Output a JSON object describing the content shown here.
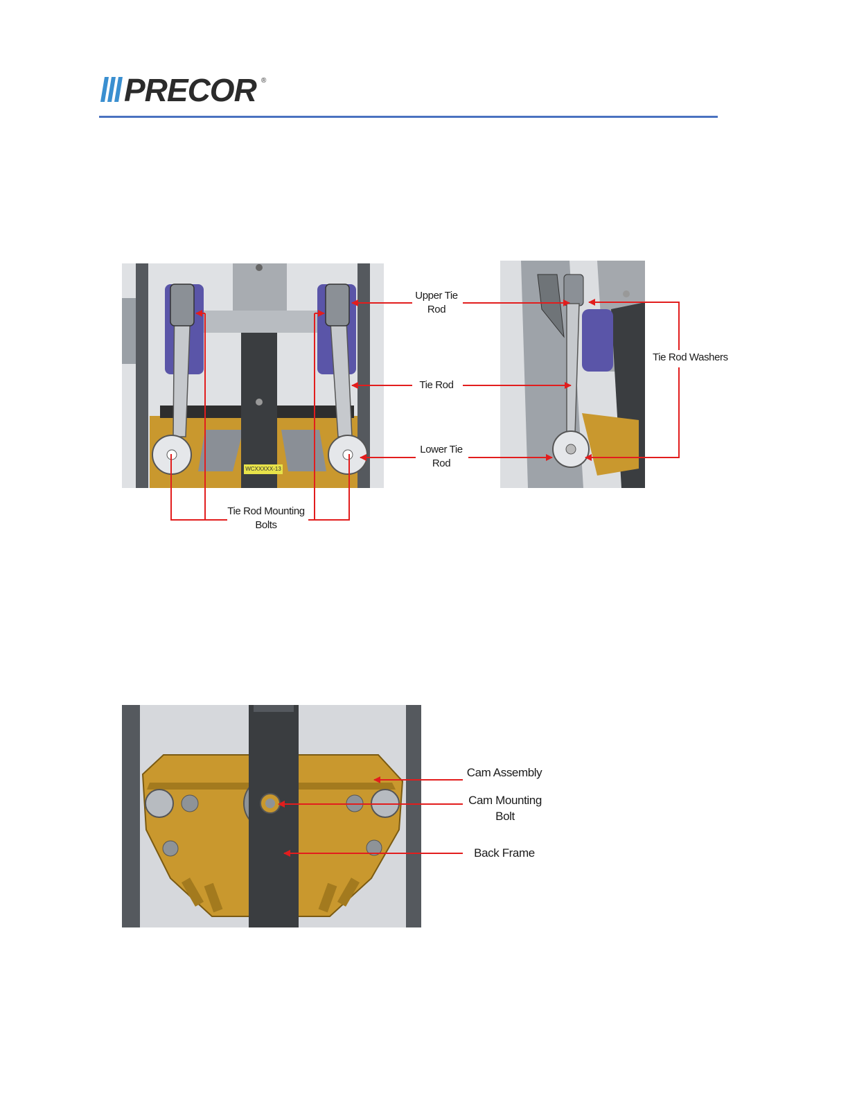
{
  "header": {
    "logo_text": "PRECOR",
    "logo_mark": "®",
    "rule_color": "#4a72c0"
  },
  "figure1": {
    "labels": {
      "upper_tie_rod": "Upper Tie\nRod",
      "tie_rod": "Tie Rod",
      "lower_tie_rod": "Lower Tie\nRod",
      "tie_rod_mounting_bolts": "Tie Rod Mounting\nBolts",
      "tie_rod_washers": "Tie Rod Washers"
    },
    "part_tag": "WCXXXXX-13"
  },
  "figure2": {
    "labels": {
      "cam_assembly": "Cam Assembly",
      "cam_mounting_bolt": "Cam Mounting\nBolt",
      "back_frame": "Back Frame"
    }
  },
  "colors": {
    "callout": "#e21d1d",
    "frame": "#6f7478",
    "cam": "#c9982e",
    "accent_blue": "#5a55a8"
  }
}
